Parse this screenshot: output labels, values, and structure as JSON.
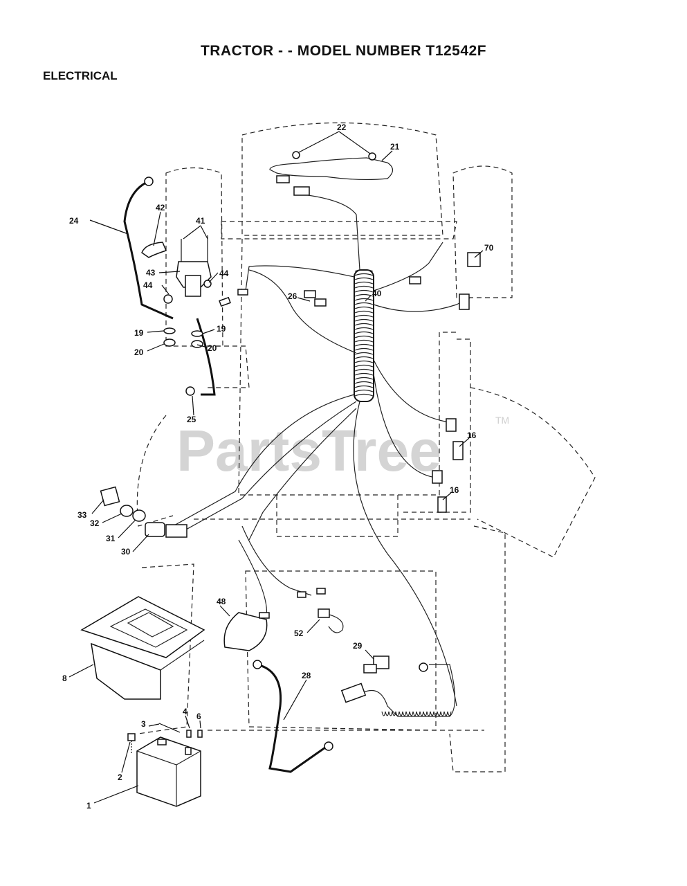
{
  "header": {
    "title": "TRACTOR - - MODEL NUMBER T12542F",
    "section": "ELECTRICAL"
  },
  "watermark": {
    "text": "PartsTree",
    "trademark": "TM"
  },
  "callouts": [
    {
      "id": "c1",
      "label": "1"
    },
    {
      "id": "c2",
      "label": "2"
    },
    {
      "id": "c3",
      "label": "3"
    },
    {
      "id": "c4",
      "label": "4"
    },
    {
      "id": "c6",
      "label": "6"
    },
    {
      "id": "c8",
      "label": "8"
    },
    {
      "id": "c16a",
      "label": "16"
    },
    {
      "id": "c16b",
      "label": "16"
    },
    {
      "id": "c19a",
      "label": "19"
    },
    {
      "id": "c19b",
      "label": "19"
    },
    {
      "id": "c20a",
      "label": "20"
    },
    {
      "id": "c20b",
      "label": "20"
    },
    {
      "id": "c21",
      "label": "21"
    },
    {
      "id": "c22",
      "label": "22"
    },
    {
      "id": "c24",
      "label": "24"
    },
    {
      "id": "c25",
      "label": "25"
    },
    {
      "id": "c26",
      "label": "26"
    },
    {
      "id": "c28",
      "label": "28"
    },
    {
      "id": "c29",
      "label": "29"
    },
    {
      "id": "c30",
      "label": "30"
    },
    {
      "id": "c31",
      "label": "31"
    },
    {
      "id": "c32",
      "label": "32"
    },
    {
      "id": "c33",
      "label": "33"
    },
    {
      "id": "c40",
      "label": "40"
    },
    {
      "id": "c41",
      "label": "41"
    },
    {
      "id": "c42",
      "label": "42"
    },
    {
      "id": "c43",
      "label": "43"
    },
    {
      "id": "c44a",
      "label": "44"
    },
    {
      "id": "c44b",
      "label": "44"
    },
    {
      "id": "c48",
      "label": "48"
    },
    {
      "id": "c52",
      "label": "52"
    },
    {
      "id": "c70",
      "label": "70"
    }
  ]
}
